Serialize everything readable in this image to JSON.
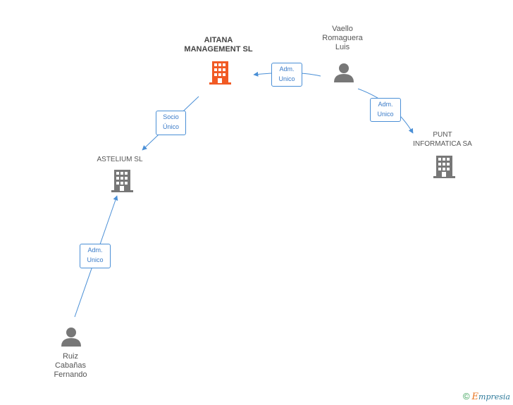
{
  "nodes": {
    "aitana": {
      "name_line1": "AITANA",
      "name_line2": "MANAGEMENT SL",
      "type": "company-main",
      "color": "#f15a24"
    },
    "vaello": {
      "name_line1": "Vaello",
      "name_line2": "Romaguera",
      "name_line3": "Luis",
      "type": "person",
      "color": "#777777"
    },
    "punt": {
      "name_line1": "PUNT",
      "name_line2": "INFORMATICA SA",
      "type": "company",
      "color": "#777777"
    },
    "astelium": {
      "name_line1": "ASTELIUM SL",
      "type": "company",
      "color": "#777777"
    },
    "ruiz": {
      "name_line1": "Ruiz",
      "name_line2": "Cabañas",
      "name_line3": "Fernando",
      "type": "person",
      "color": "#777777"
    }
  },
  "edges": {
    "vaello_aitana": {
      "line1": "Adm.",
      "line2": "Unico"
    },
    "vaello_punt": {
      "line1": "Adm.",
      "line2": "Unico"
    },
    "aitana_astelium": {
      "line1": "Socio",
      "line2": "Único"
    },
    "ruiz_astelium": {
      "line1": "Adm.",
      "line2": "Unico"
    }
  },
  "colors": {
    "edge": "#4a8fd6",
    "accent": "#f15a24"
  },
  "footer": {
    "copyright": "©",
    "brand_e": "E",
    "brand_rest": "mpresia"
  }
}
